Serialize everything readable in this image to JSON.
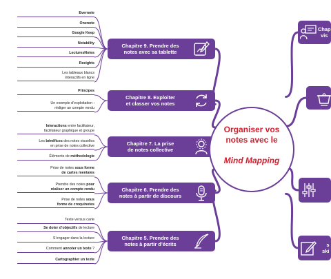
{
  "center": {
    "title": "Organiser vos\nnotes avec le",
    "title_italic": "Mind Mapping",
    "color": "#d4202f"
  },
  "accent": "#6b3f98",
  "chapters": [
    {
      "title": "Chapitre 9. Prendre des\nnotes avec sa tablette",
      "icon": "tablet-stylus-icon",
      "leaves": [
        {
          "parts": [
            {
              "t": "Evernote",
              "b": true
            }
          ]
        },
        {
          "parts": [
            {
              "t": "Onenote",
              "b": true
            }
          ]
        },
        {
          "parts": [
            {
              "t": "Google Keep",
              "b": true
            }
          ]
        },
        {
          "parts": [
            {
              "t": "Notability",
              "b": true
            }
          ]
        },
        {
          "parts": [
            {
              "t": "LecturesNotes",
              "b": true
            }
          ]
        },
        {
          "parts": [
            {
              "t": "Reeights",
              "b": true
            }
          ]
        },
        {
          "parts": [
            {
              "t": "Les tableaux blancs\ninteractifs en ligne",
              "b": false
            }
          ]
        }
      ]
    },
    {
      "title": "Chapitre 8. Exploiter\net classer vos notes",
      "icon": "cycle-arrows-icon",
      "leaves": [
        {
          "parts": [
            {
              "t": "Principes",
              "b": true
            }
          ]
        },
        {
          "parts": [
            {
              "t": "Un exemple d’exploitation :\nrédiger un compte rendu",
              "b": false
            }
          ]
        }
      ]
    },
    {
      "title": "Chapitre 7. La prise\nde notes collective",
      "icon": "group-person-icon",
      "leaves": [
        {
          "parts": [
            {
              "t": "Interactions",
              "b": true
            },
            {
              "t": " entre facilitateur,\nfacilitateur graphique et groupe",
              "b": false
            }
          ]
        },
        {
          "parts": [
            {
              "t": "Les ",
              "b": false
            },
            {
              "t": "bénéfices",
              "b": true
            },
            {
              "t": " des notes visuelles\nen prise de notes collective",
              "b": false
            }
          ]
        },
        {
          "parts": [
            {
              "t": "Éléments de ",
              "b": false
            },
            {
              "t": "méthodologie",
              "b": true
            }
          ]
        }
      ]
    },
    {
      "title": "Chapitre 6. Prendre des\nnotes à partir de discours",
      "icon": "microphone-icon",
      "leaves": [
        {
          "parts": [
            {
              "t": "Prise de notes ",
              "b": false
            },
            {
              "t": "sous forme\nde cartes mentales",
              "b": true
            }
          ]
        },
        {
          "parts": [
            {
              "t": "Prendre des notes ",
              "b": false
            },
            {
              "t": "pour\nréaliser un compte rendu",
              "b": true
            }
          ]
        },
        {
          "parts": [
            {
              "t": "Prise de notes ",
              "b": false
            },
            {
              "t": "sous\nforme de croquinotes",
              "b": true
            }
          ]
        }
      ]
    },
    {
      "title": "Chapitre 5. Prendre des\nnotes à partir d’écrits",
      "icon": "quill-pen-icon",
      "leaves": [
        {
          "parts": [
            {
              "t": "Texte versus carte",
              "b": false
            }
          ]
        },
        {
          "parts": [
            {
              "t": "Se doter d’objectifs",
              "b": true
            },
            {
              "t": " de lecture",
              "b": false
            }
          ]
        },
        {
          "parts": [
            {
              "t": "S’engager dans la lecture",
              "b": false
            }
          ]
        },
        {
          "parts": [
            {
              "t": "Comment ",
              "b": false
            },
            {
              "t": "annoter un texte",
              "b": true
            },
            {
              "t": " ?",
              "b": false
            }
          ]
        },
        {
          "parts": [
            {
              "t": "Cartographier un texte",
              "b": true
            }
          ]
        }
      ]
    }
  ],
  "right_boxes": [
    {
      "icon": "presenter-board-icon",
      "lines": [
        "Chap",
        "  vis"
      ]
    },
    {
      "icon": "cooking-pot-icon",
      "lines": []
    },
    {
      "icon": "sliders-icon",
      "lines": []
    },
    {
      "icon": "pencil-square-icon",
      "lines": [
        "      s",
        "   ski"
      ]
    }
  ]
}
